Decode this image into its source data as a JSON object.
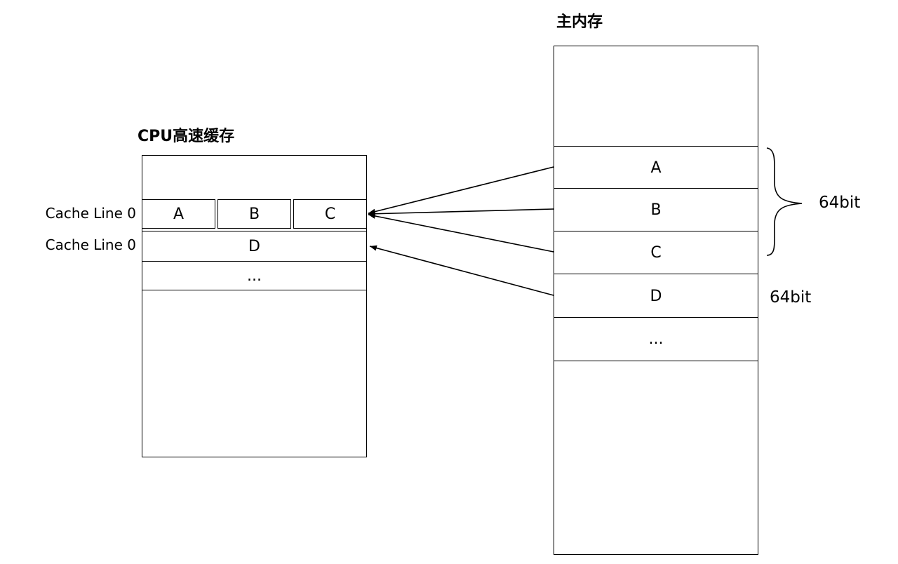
{
  "cpu_cache": {
    "title": "CPU高速缓存",
    "rows": [
      {
        "label": "Cache Line 0",
        "cells": [
          "A",
          "B",
          "C"
        ]
      },
      {
        "label": "Cache Line 0",
        "cells": [
          "D"
        ]
      },
      {
        "label": "",
        "cells": [
          "..."
        ]
      }
    ]
  },
  "main_memory": {
    "title": "主内存",
    "rows": [
      "A",
      "B",
      "C",
      "D",
      "..."
    ]
  },
  "annotations": {
    "brace_label": "64bit",
    "d_label": "64bit"
  }
}
